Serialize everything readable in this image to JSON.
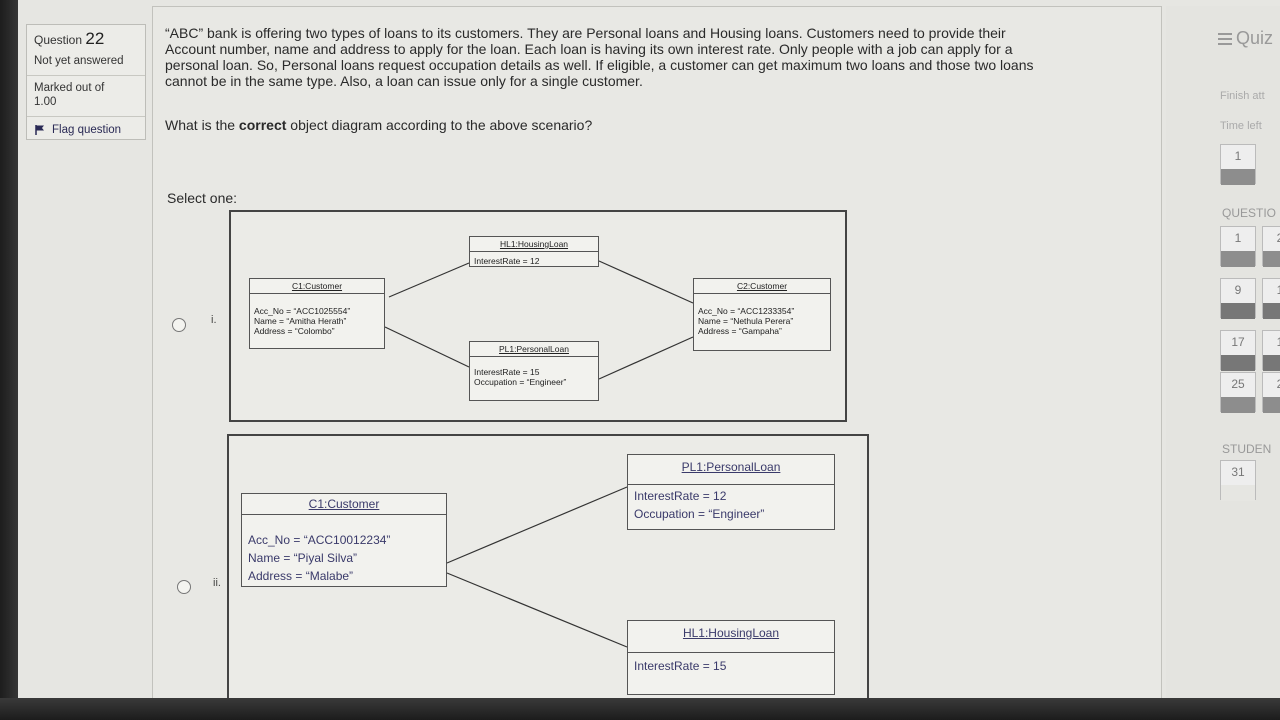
{
  "info": {
    "question_label": "Question",
    "question_number": "22",
    "status": "Not yet answered",
    "marked_out_of": "Marked out of",
    "marked_value": "1.00",
    "flag_label": "Flag question"
  },
  "question": {
    "text_lines": [
      "“ABC” bank is offering two types of loans to its customers. They are Personal loans and Housing loans. Customers need to provide their",
      "Account number, name and address to apply for the loan. Each loan is having its own interest rate. Only people with a job can apply for a",
      "personal loan. So, Personal loans request occupation details as well. If eligible, a customer can get maximum two loans and those two loans",
      "cannot be in the same type. Also, a loan can issue only for a single customer."
    ],
    "prompt_before": "What is the ",
    "prompt_bold": "correct",
    "prompt_after": " object diagram according to the above scenario?",
    "select_one": "Select one:"
  },
  "options": [
    {
      "label": "i.",
      "objects": {
        "hl1": {
          "title": "HL1:HousingLoan",
          "attrs": [
            "InterestRate = 12"
          ]
        },
        "c1": {
          "title": "C1:Customer",
          "attrs": [
            "Acc_No = “ACC1025554”",
            "Name = “Amitha Herath”",
            "Address = “Colombo”"
          ]
        },
        "c2": {
          "title": "C2:Customer",
          "attrs": [
            "Acc_No = “ACC1233354”",
            "Name = “Nethula Perera”",
            "Address = “Gampaha”"
          ]
        },
        "pl1": {
          "title": "PL1:PersonalLoan",
          "attrs": [
            "InterestRate = 15",
            "Occupation = “Engineer”"
          ]
        }
      }
    },
    {
      "label": "ii.",
      "objects": {
        "c1": {
          "title": "C1:Customer",
          "attrs": [
            "Acc_No = “ACC10012234”",
            "Name = “Piyal Silva”",
            "Address = “Malabe”"
          ]
        },
        "pl1": {
          "title": "PL1:PersonalLoan",
          "attrs": [
            "InterestRate = 12",
            "Occupation = “Engineer”"
          ]
        },
        "hl1": {
          "title": "HL1:HousingLoan",
          "attrs": [
            "InterestRate = 15"
          ]
        }
      }
    }
  ],
  "nav": {
    "quiz_label": "Quiz",
    "finish_label": "Finish att",
    "time_left_label": "Time left",
    "questions_label": "QUESTIO",
    "student_label": "STUDEN",
    "top_cell": "1",
    "cells": [
      "1",
      "2",
      "9",
      "1",
      "17",
      "1",
      "25",
      "2",
      "31"
    ]
  },
  "colors": {
    "screen": "#e6e6e2",
    "answered_bar": "#8d8d8d",
    "text": "#2a2a2a"
  }
}
